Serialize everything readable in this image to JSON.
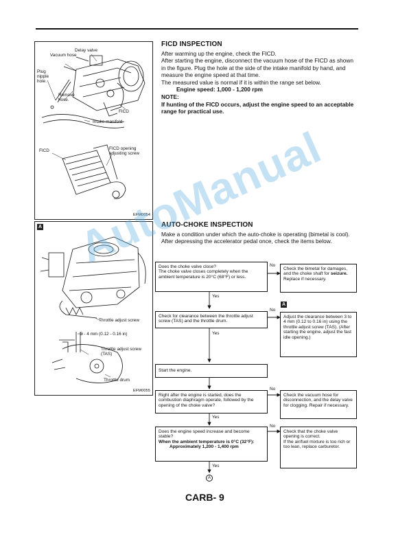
{
  "ficd": {
    "heading": "FICD INSPECTION",
    "p1": "After warming up the engine, check the FICD.",
    "p2": "After starting the engine, disconnect the vacuum hose of the FICD as shown in the figure. Plug the hole at the side of the intake manifold by hand, and measure the engine speed at that time.",
    "p3": "The measured value is normal if it is within the range set below.",
    "spec": "Engine speed: 1,000 - 1,200 rpm",
    "note_label": "NOTE:",
    "note": "If hunting of the FICD occurs, adjust the engine speed to an acceptable range for practical use."
  },
  "figure1": {
    "labels": {
      "vacuum_hose": "Vacuum hose",
      "delay_valve": "Delay valve",
      "plug_nipple": "Plug nipple hole.",
      "remove_hose": "Remove hose.",
      "ficd": "FICD",
      "intake_manifold": "Intake manifold",
      "ficd2": "FICD",
      "ficd_opening": "FICD opening adjusting screw"
    },
    "code": "EFM0054"
  },
  "autochoke": {
    "heading": "AUTO-CHOKE INSPECTION",
    "p1": "Make a condition under which the auto-choke is operating (bimetal is cool).",
    "p2": "After depressing the accelerator pedal once, check the items below."
  },
  "figure2": {
    "mark": "A",
    "labels": {
      "tas_top": "Throttle adjust screw",
      "clearance": "3 - 4 mm (0.12 - 0.16 in)",
      "tas_bottom": "Throttle adjust screw (TAS)",
      "drum": "Throttle drum"
    },
    "code": "EFM0055"
  },
  "flow": {
    "q1_a": "Does the choke valve close?",
    "q1_b": "The choke valve closes completely when the ambient temperature is 20°C (68°F) or less.",
    "r1_a": "Check the bimetal for damages, and the choke shaft for ",
    "r1_b": "seizure.",
    "r1_c": " Replace if necessary.",
    "q2": "Check for clearance between the throttle adjust screw (TAS) and the throttle drum.",
    "r2_mark": "A",
    "r2": "Adjust the clearance between 3 to 4 mm (0.12 to 0.16 in) using the throttle adjust screw (TAS). (After starting the engine, adjust the fast idle opening.)",
    "q3": "Start the engine.",
    "q4": "Right after the engine is started, does the combustion diaphragm operate, followed by the opening of the choke valve?",
    "r4": "Check the vacuum hose for disconnection, and the delay valve for clogging. Repair if necessary.",
    "q5_a": "Does the engine speed increase and become stable?",
    "q5_b": "When the ambient temperature is 0°C (32°F):",
    "q5_c": "Approximately 1,200 - 1,400 rpm",
    "r5_a": "Check that the choke valve opening is correct.",
    "r5_b": "If the air/fuel mixture is too rich or too lean, replace carburetor.",
    "yes": "Yes",
    "no": "No",
    "end_mark": "A"
  },
  "watermark": "AutoManual",
  "footer": "CARB- 9"
}
